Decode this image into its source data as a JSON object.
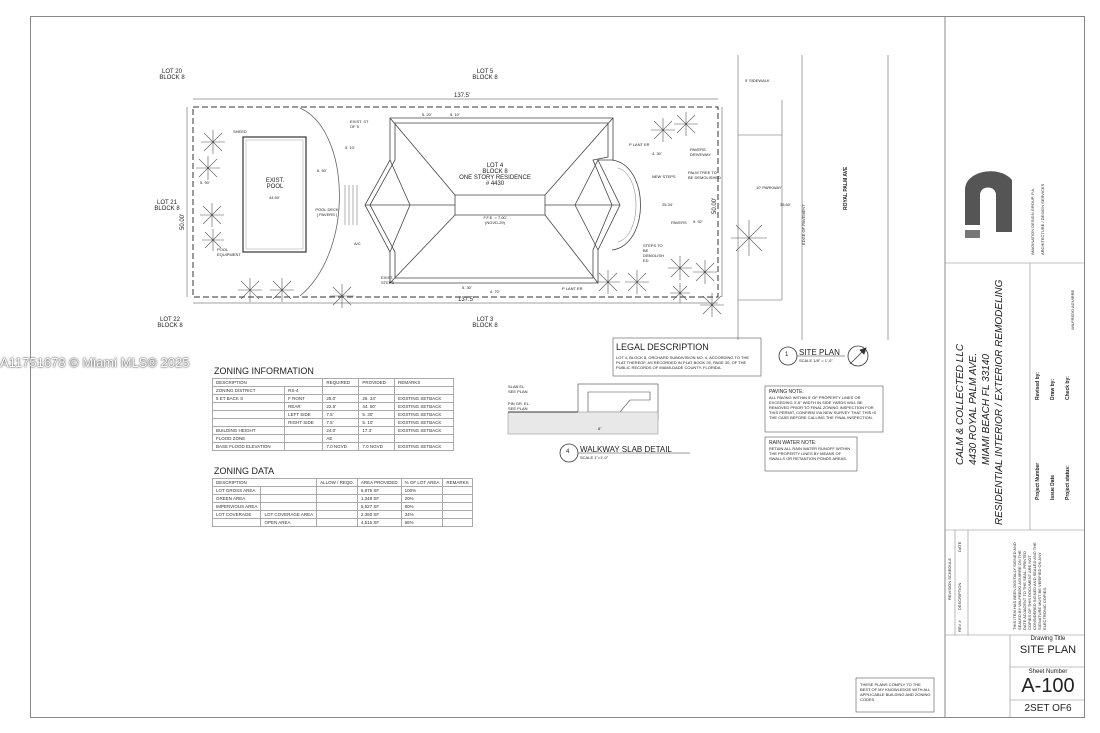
{
  "labels": {
    "lot20": "LOT 20",
    "block8a": "BLOCK 8",
    "lot5": "LOT 5",
    "block8b": "BLOCK 8",
    "lot21": "LOT 21",
    "block8c": "BLOCK 8",
    "lot22": "LOT 22",
    "block8d": "BLOCK 8",
    "lot3": "LOT 3",
    "block8e": "BLOCK 8",
    "dim_top": "137.5'",
    "dim_bottom": "137.5'",
    "dim_left": "50.00'",
    "dim_right": "50.00'",
    "shed": "SHEED",
    "exist_pool_1": "EXIST.",
    "exist_pool_2": "POOL",
    "pool_dim": "44.50'",
    "pool_deck": "POOL DECK",
    "pavers": "( PAVERS )",
    "pool_equipment": "POOL EQUIPMENT",
    "ac": "A/C",
    "exist_stops": "EXIST. ST OF 5",
    "exist_steps": "EXIST. STEPS",
    "lot4_1": "LOT 4",
    "lot4_2": "BLOCK 8",
    "lot4_3": "ONE STORY RESIDENCE",
    "lot4_4": "# 4430",
    "ffe": "F.F.E. = 7.00'",
    "ngvd": "(NGVD-29)",
    "planter1": "P LANT ER",
    "planter2": "P LANT ER",
    "pavers_driveway": "PAVERS DRIVEWAY",
    "new_steps": "NEW STEPS",
    "palm_tree": "PALM TREE TO BE DEMOLISHED",
    "pavers_r": "PAVERS",
    "steps_demolish": "STEPS TO BE DEMOLISH ED",
    "sidewalk": "5' SIDEWALK",
    "parkway": "10' PARKWAY",
    "edge_pavement": "EDGE OF PAVEMENT",
    "street": "ROYAL PALM AVE",
    "setback_front": "25.34'",
    "setback_right": "35.60'",
    "d_5_10": "5. 10'",
    "d_5_20": "5. 20'",
    "d_6_90": "6. 90'",
    "d_5_90": "5. 90'",
    "d_4_30": "4. 30'",
    "d_9_92": "9. 92'",
    "d_5_30": "5. 30'",
    "d_4_70": "4. 70'",
    "d_5_10b": "5. 10'"
  },
  "legal": {
    "title": "LEGAL DESCRIPTION",
    "text": "LOT 4, BLOCK 8, ORCHARD SUBDIVISION NO. 4, ACCORDING TO THE PLAT THEREOF, AS RECORDED IN PLAT BOOK 25, PAGE 30, OF THE PUBLIC RECORDS OF MIAMI-DADE COUNTY, FLORIDA."
  },
  "site_plan_tag": {
    "num": "1",
    "title": "SITE PLAN",
    "scale": "SCALE 1/8\" = 1'-0\""
  },
  "walkway_tag": {
    "num": "4",
    "title": "WALKWAY SLAB DETAIL",
    "scale": "SCALE 1\"=1'-0\""
  },
  "walkway_labels": {
    "slab": "SLAB EL. SEE PLAN",
    "pin": "PIN GR. EL. SEE PLAN",
    "dim": "8\""
  },
  "zoning_info": {
    "title": "ZONING INFORMATION",
    "headers": [
      "DESCRIPTION",
      "REQUIRED",
      "PROVIDED",
      "REMARKS"
    ],
    "rows": [
      [
        "ZONING DISTRICT",
        "RS-4",
        "",
        "",
        ""
      ],
      [
        "5 ET BACK S",
        "F RONT",
        "25.0'",
        "25. 34'",
        "EXISTING SETBACK"
      ],
      [
        "",
        "REAR",
        "22.5'",
        "44. 50'",
        "EXISTING SETBACK"
      ],
      [
        "",
        "LEFT SIDE",
        "7.5'",
        "5. 30'",
        "EXISTING SETBACK"
      ],
      [
        "",
        "RIGHT SIDE",
        "7.5'",
        "5. 10'",
        "EXISTING SETBACK"
      ],
      [
        "BUILDING HEIGHT",
        "",
        "24.0'",
        "17.3'",
        "EXISTING SETBACK"
      ],
      [
        "FLOOD ZONE",
        "",
        "AE",
        "",
        ""
      ],
      [
        "BASE FLOOD ELEVATION",
        "",
        "7.0 NGVD",
        "7.0 NGVD",
        "EXISTING SETBACK"
      ]
    ]
  },
  "zoning_data": {
    "title": "ZONING DATA",
    "headers": [
      "DESCRIPTION",
      "ALLOW / REQD.",
      "AREA PROVIDED",
      "% OF LOT AREA",
      "REMARKS"
    ],
    "rows": [
      [
        "LOT GROSS AREA",
        "",
        "",
        "6,875 SF",
        "100%",
        ""
      ],
      [
        "GREEN AREA",
        "",
        "",
        "1,348 SF",
        "20%",
        ""
      ],
      [
        "IMPERVIOUS AREA",
        "",
        "",
        "5,527 SF",
        "80%",
        ""
      ],
      [
        "LOT COVERAGE",
        "LOT COVERAGE AREA",
        "",
        "2,360 SF",
        "34%",
        ""
      ],
      [
        "",
        "OPEN AREA",
        "",
        "4,515 SF",
        "66%",
        ""
      ]
    ]
  },
  "notes": {
    "paving_title": "PAVING NOTE:",
    "paving_text": "ALL PAVING WITHIN 5' OF PROPERTY LINES OR EXCEEDING 3'-6\" WIDTH IN SIDE YARDS WILL BE REMOVED PRIOR TO FINAL ZONING INSPECTION FOR THIS PERMIT, CONFIRM VIA NEW SURVEY THAT THIS IS THE CASE BEFORE CALLING THE FINAL INSPECTION.",
    "rain_title": "RAIN WATER NOTE:",
    "rain_text": "RETAIN ALL RAIN WATER RUNOFF WITHIN THE PROPERTY LINES BY MEANS OF SWALLS OR RETANTION PONDS AREAS.",
    "compliance": "THESE PLANS COMPLY TO THE BEST OF MY KNOWLEDGE WITH ALL APPLICABLE BUILDING AND ZONING CODES."
  },
  "title_block": {
    "firm": "IMAGINATION DESIGN GROUP, P.A.",
    "firm_sub": "ARCHITECTURE / DESIGN SERVICES",
    "architect": "WILFREDO AGUIRRE",
    "project_line1": "CALM & COLLECTED LLC",
    "project_line2": "4430 ROYAL PALM AVE.",
    "project_line3": "MIAMI BEACH FL 33140",
    "project_line4": "RESIDENTIAL INTERIOR / EXTERIOR REMODELING",
    "project_number_label": "Project Number",
    "issue_date_label": "Issue Date",
    "project_status_label": "Project status:",
    "revised_by_label": "Revised by:",
    "drawn_by_label": "Draw by:",
    "check_by_label": "Check by:",
    "revision_schedule": "REVISION SCHEDULE",
    "rev_date": "DATE",
    "rev_description": "DESCRIPTION",
    "rev_num": "REV #",
    "seal_text": "THIS ITEM HAS BEEN DIGITALLY SIGNED AND SEALED BY WILFREDO AGUIRRE ON THE DATE ADJACENT TO THE SEAL. PRINTED COPIES OF THIS DOCUMENT ARE NOT CONSIDERED SIGNED AND SEALED AND THE SIGNATURE MUST BE VERIFIED ON ANY ELECTRONIC COPIES.",
    "drawing_title_label": "Drawing Title",
    "drawing_title": "SITE PLAN",
    "sheet_number_label": "Sheet Number",
    "sheet_number": "A-100",
    "set_of": "2SET OF6"
  },
  "watermark": "A11751678 © Miami MLS® 2025"
}
